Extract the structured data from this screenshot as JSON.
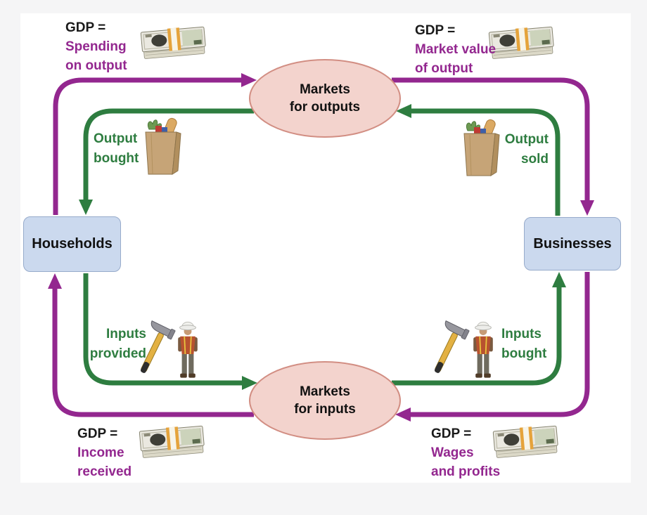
{
  "diagram": {
    "nodes": {
      "households": {
        "label": "Households"
      },
      "businesses": {
        "label": "Businesses"
      },
      "markets_for_outputs": {
        "line1": "Markets",
        "line2": "for outputs"
      },
      "markets_for_inputs": {
        "line1": "Markets",
        "line2": "for inputs"
      }
    },
    "gdp_labels": {
      "top_left": {
        "prefix": "GDP =",
        "line1": "Spending",
        "line2": "on output"
      },
      "top_right": {
        "prefix": "GDP =",
        "line1": "Market value",
        "line2": "of output"
      },
      "bottom_left": {
        "prefix": "GDP =",
        "line1": "Income",
        "line2": "received"
      },
      "bottom_right": {
        "prefix": "GDP =",
        "line1": "Wages",
        "line2": "and profits"
      }
    },
    "flow_labels": {
      "output_bought": {
        "line1": "Output",
        "line2": "bought"
      },
      "output_sold": {
        "line1": "Output",
        "line2": "sold"
      },
      "inputs_provided": {
        "line1": "Inputs",
        "line2": "provided"
      },
      "inputs_bought": {
        "line1": "Inputs",
        "line2": "bought"
      }
    },
    "icons": {
      "money_stack": "money-stack-icon",
      "grocery_bag": "grocery-bag-icon",
      "hammer": "hammer-icon",
      "construction_worker": "construction-worker-icon"
    },
    "colors": {
      "purple": "#93278f",
      "green": "#2e7d40",
      "ellipse_fill": "#f3d3cd",
      "ellipse_stroke": "#d28e83",
      "box_fill": "#cbd9ee",
      "box_stroke": "#97abcb",
      "text_dark": "#1a1a1a",
      "page_bg": "#f5f5f6",
      "panel_bg": "#ffffff"
    }
  }
}
